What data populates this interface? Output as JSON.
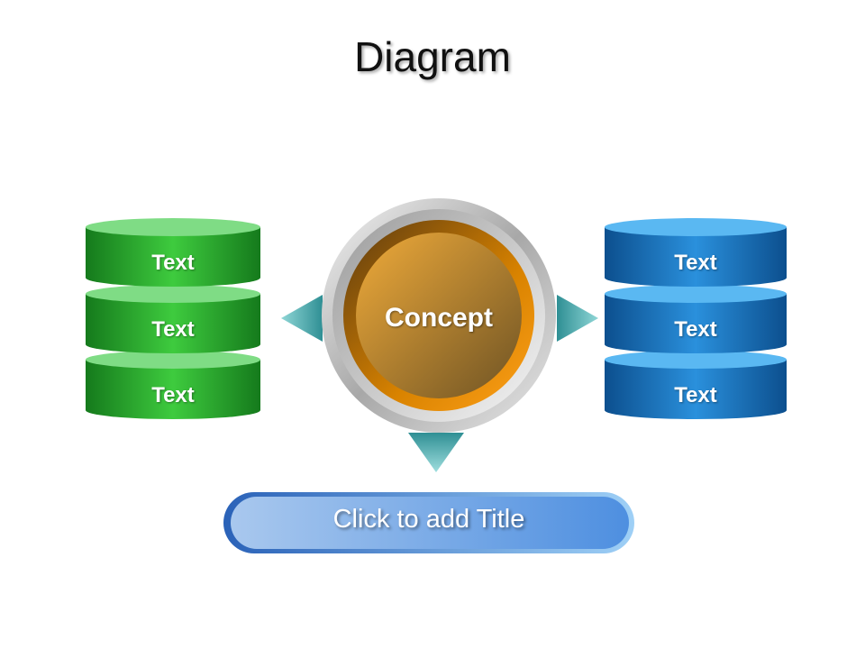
{
  "slide": {
    "title": "Diagram"
  },
  "left_stack": {
    "items": [
      {
        "label": "Text"
      },
      {
        "label": "Text"
      },
      {
        "label": "Text"
      }
    ],
    "colors": {
      "top": "#7fdc85",
      "body_light": "#3ecb3e",
      "body_dark": "#157a1c"
    }
  },
  "right_stack": {
    "items": [
      {
        "label": "Text"
      },
      {
        "label": "Text"
      },
      {
        "label": "Text"
      }
    ],
    "colors": {
      "top": "#5ab8f2",
      "body_light": "#2a90dc",
      "body_dark": "#0c4f8e"
    }
  },
  "concept": {
    "label": "Concept",
    "colors": {
      "inner": "#e8a33a",
      "inner_dark": "#7a5a22",
      "ring": "#f08c00",
      "bezel": "#b8b8b8"
    }
  },
  "arrows": {
    "color": "#4bb0b0",
    "icons": [
      "triangle-left-icon",
      "triangle-right-icon",
      "triangle-down-icon"
    ]
  },
  "footer": {
    "title_placeholder": "Click to add Title",
    "colors": {
      "light": "#8ec0f0",
      "dark": "#2f6fc4"
    }
  }
}
